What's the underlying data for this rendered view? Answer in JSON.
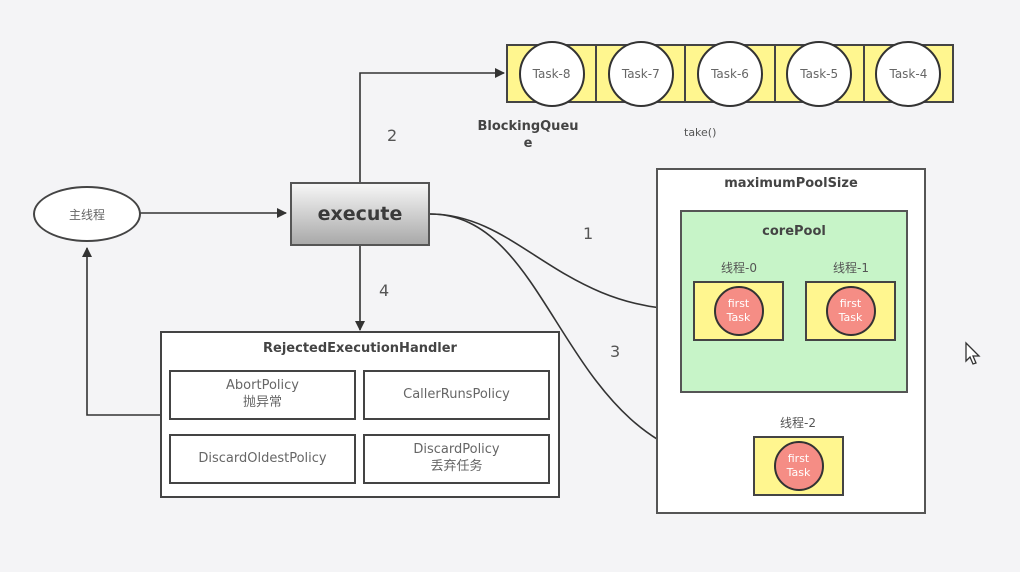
{
  "main_thread": "主线程",
  "execute": "execute",
  "queue": {
    "title_line1": "BlockingQueu",
    "title_line2": "e",
    "take_label": "take()",
    "tasks": [
      "Task-8",
      "Task-7",
      "Task-6",
      "Task-5",
      "Task-4"
    ]
  },
  "steps": {
    "one": "1",
    "two": "2",
    "three": "3",
    "four": "4"
  },
  "handler": {
    "title": "RejectedExecutionHandler",
    "policies": [
      {
        "name": "AbortPolicy",
        "desc": "抛异常"
      },
      {
        "name": "CallerRunsPolicy",
        "desc": ""
      },
      {
        "name": "DiscardOldestPolicy",
        "desc": ""
      },
      {
        "name": "DiscardPolicy",
        "desc": "丢弃任务"
      }
    ]
  },
  "pool": {
    "max_title": "maximumPoolSize",
    "core_title": "corePool",
    "threads": [
      {
        "name": "线程-0",
        "task_line1": "first",
        "task_line2": "Task"
      },
      {
        "name": "线程-1",
        "task_line1": "first",
        "task_line2": "Task"
      },
      {
        "name": "线程-2",
        "task_line1": "first",
        "task_line2": "Task"
      }
    ]
  },
  "colors": {
    "queue_fill": "#fff68f",
    "core_fill": "#c7f4c8",
    "task_fill": "#f58d85",
    "stroke": "#444444"
  }
}
